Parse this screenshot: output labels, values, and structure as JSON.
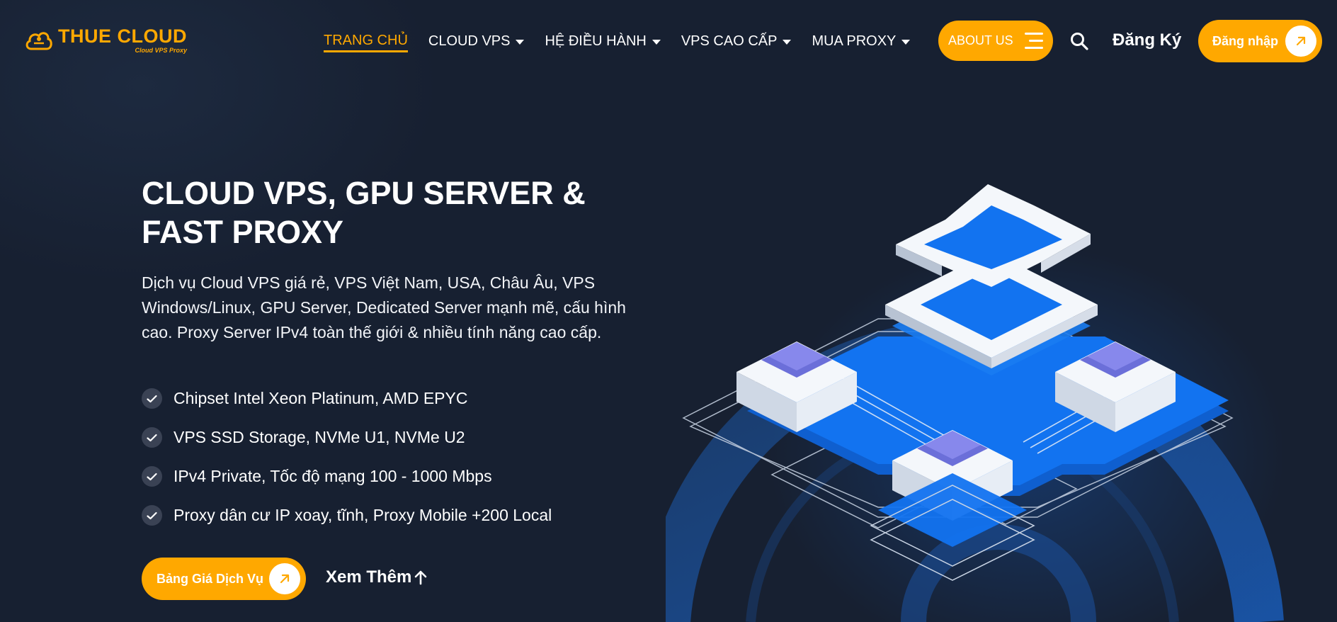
{
  "brand": {
    "name": "THUE CLOUD",
    "tagline": "Cloud VPS Proxy",
    "color": "#ffa800"
  },
  "nav": {
    "items": [
      {
        "label": "TRANG CHỦ",
        "active": true,
        "dropdown": false
      },
      {
        "label": "CLOUD VPS",
        "active": false,
        "dropdown": true
      },
      {
        "label": "HỆ ĐIỀU HÀNH",
        "active": false,
        "dropdown": true
      },
      {
        "label": "VPS CAO CẤP",
        "active": false,
        "dropdown": true
      },
      {
        "label": "MUA PROXY",
        "active": false,
        "dropdown": true
      }
    ],
    "about_label": "ABOUT US",
    "register_label": "Đăng Ký",
    "login_label": "Đăng nhập"
  },
  "hero": {
    "title_line1": "CLOUD VPS, GPU SERVER &",
    "title_line2": "FAST PROXY",
    "description": "Dịch vụ Cloud VPS giá rẻ, VPS Việt Nam, USA, Châu Âu, VPS Windows/Linux, GPU Server, Dedicated Server mạnh mẽ, cấu hình cao. Proxy Server IPv4 toàn thế giới & nhiều tính năng cao cấp.",
    "features": [
      "Chipset Intel Xeon Platinum, AMD EPYC",
      "VPS SSD Storage, NVMe U1, NVMe U2",
      "IPv4 Private, Tốc độ mạng 100 - 1000 Mbps",
      "Proxy dân cư IP xoay, tĩnh, Proxy Mobile +200 Local"
    ],
    "primary_cta": "Bảng Giá Dịch Vụ",
    "secondary_cta": "Xem Thêm"
  },
  "colors": {
    "background": "#172031",
    "accent": "#ffa800",
    "illustration_blue": "#1273f0"
  },
  "icons": {
    "search": "search-icon",
    "menu": "hamburger-icon",
    "arrow": "arrow-up-right-icon",
    "check": "check-icon",
    "up": "arrow-up-icon"
  }
}
